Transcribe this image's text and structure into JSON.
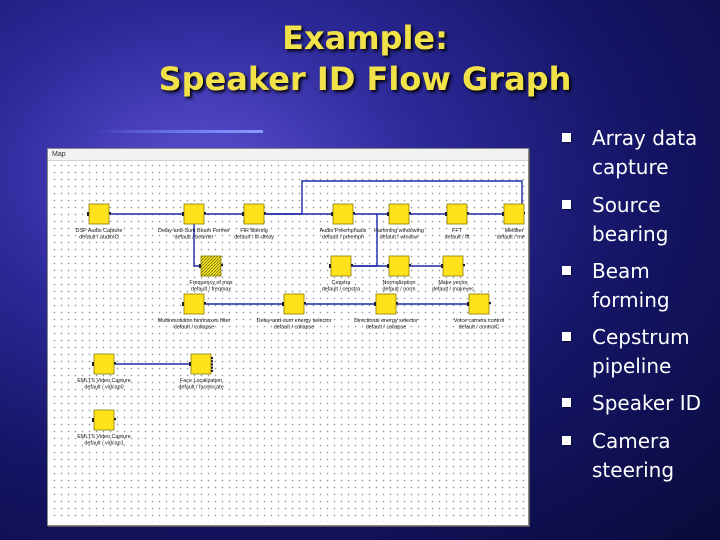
{
  "title": {
    "line1": "Example:",
    "line2": "Speaker ID Flow Graph"
  },
  "map_window": {
    "title": "Map"
  },
  "flow_graph": {
    "colors": {
      "node": "#ffe21c",
      "node_border": "#8c7a00",
      "edge": "#1a2aa8",
      "port": "#222222"
    },
    "nodes": [
      {
        "id": "dsp-audio-capture",
        "label1": "DSP Audio Capture",
        "label2": "default / audioIO"
      },
      {
        "id": "delay-and-sum-beam-former",
        "label1": "Delay-and-Sum Beam Former",
        "label2": "default / beamer"
      },
      {
        "id": "fir-filtering",
        "label1": "FIR filtering",
        "label2": "default / fir-delay"
      },
      {
        "id": "audio-preemphasis",
        "label1": "Audio Preemphasis",
        "label2": "default / preemph"
      },
      {
        "id": "hamming-windowing",
        "label1": "Hamming windowing",
        "label2": "default / window"
      },
      {
        "id": "fft",
        "label1": "FFT",
        "label2": "default / fft"
      },
      {
        "id": "melfilter",
        "label1": "Melfilter",
        "label2": "default / melfilt"
      },
      {
        "id": "frequency-of-max",
        "label1": "Frequency of max",
        "label2": "default / freqmax"
      },
      {
        "id": "cepstra",
        "label1": "Cepstra",
        "label2": "default / cepstra"
      },
      {
        "id": "normalization",
        "label1": "Normalization",
        "label2": "default / norm"
      },
      {
        "id": "make-vector",
        "label1": "Make vector",
        "label2": "default / makevec"
      },
      {
        "id": "multi-resolution-bin-search",
        "label1": "Multiresolution bin/maxes filter",
        "label2": "default / collapse"
      },
      {
        "id": "delay-and-sum-energy-selector",
        "label1": "Delay-and-sum energy selector",
        "label2": "default / collapse"
      },
      {
        "id": "directional-energy-selector",
        "label1": "Directional energy selector",
        "label2": "default / collapse"
      },
      {
        "id": "voice-camera-control",
        "label1": "Voice camera control",
        "label2": "default / controlC"
      },
      {
        "id": "em-video-capture-1",
        "label1": "EMLTS Video Capture",
        "label2": "default / vidcap0"
      },
      {
        "id": "face-localization",
        "label1": "Face Localization",
        "label2": "default / facelocate"
      },
      {
        "id": "em-video-capture-2",
        "label1": "EMLTS Video Capture",
        "label2": "default / vidcap1"
      }
    ]
  },
  "bullets": [
    "Array data capture",
    "Source bearing",
    "Beam forming",
    "Cepstrum pipeline",
    "Speaker ID",
    "Camera steering"
  ]
}
